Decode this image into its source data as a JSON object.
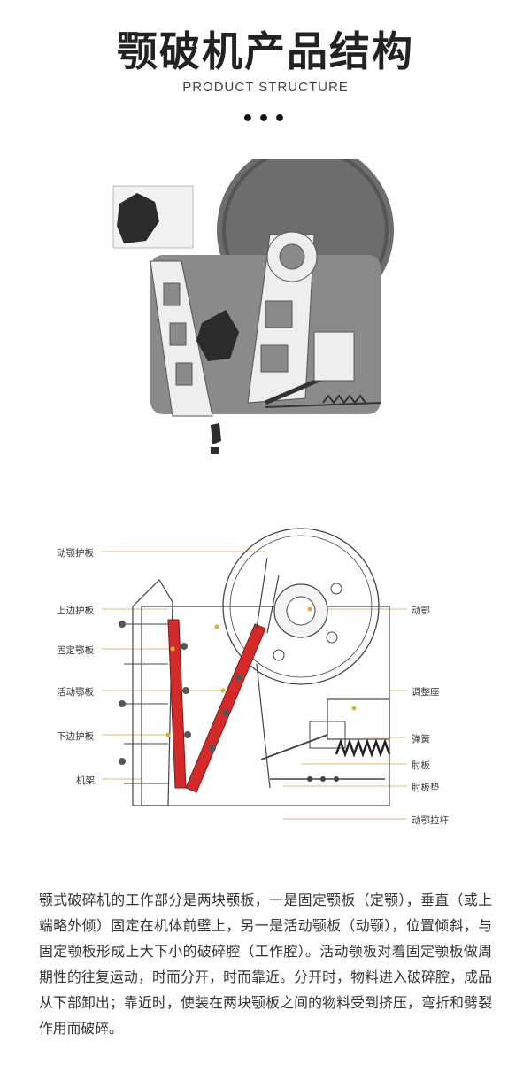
{
  "header": {
    "title": "颚破机产品结构",
    "subtitle": "PRODUCT STRUCTURE",
    "dots": "•••"
  },
  "diagram": {
    "labels_left": [
      "动颚护板",
      "上边护板",
      "固定鄂板",
      "活动鄂板",
      "下边护板",
      "机架"
    ],
    "labels_right": [
      "动鄂",
      "调整座",
      "弹簧",
      "肘板",
      "肘板垫",
      "动鄂拉杆"
    ],
    "colors": {
      "jaw_plate": "#d42a2a",
      "line": "#444444",
      "fill_gray": "#8a8a8a",
      "dark": "#2b2b2b"
    }
  },
  "description": "颚式破碎机的工作部分是两块颚板，一是固定颚板（定颚），垂直（或上端略外倾）固定在机体前壁上，另一是活动颚板（动颚），位置倾斜，与固定颚板形成上大下小的破碎腔（工作腔）。活动颚板对着固定颚板做周期性的往复运动，时而分开，时而靠近。分开时，物料进入破碎腔，成品从下部卸出；靠近时，使装在两块颚板之间的物料受到挤压，弯折和劈裂作用而破碎。"
}
